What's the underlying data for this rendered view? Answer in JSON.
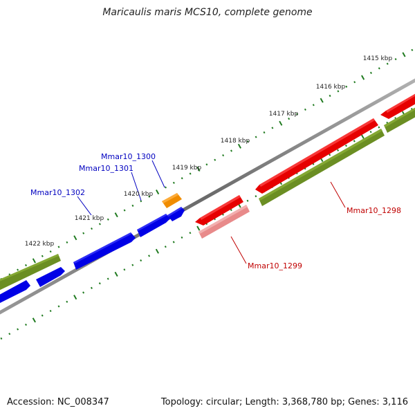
{
  "title": "Maricaulis maris MCS10, complete genome",
  "footer": {
    "accession": "Accession: NC_008347",
    "summary": "Topology: circular; Length: 3,368,780 bp; Genes: 3,116"
  },
  "colors": {
    "backbone": "#7f7f7f",
    "tick": "#1f7a1f",
    "forward_cds": "#0000e6",
    "reverse_cds": "#e60000",
    "gene": "#6b8e23",
    "pseudo": "#e88a8a",
    "other": "#f08c00",
    "label_forward": "#0000c0",
    "label_reverse": "#c00000",
    "kbp_label": "#222222"
  },
  "kbp_labels": [
    "1415 kbp",
    "1416 kbp",
    "1417 kbp",
    "1418 kbp",
    "1419 kbp",
    "1420 kbp",
    "1421 kbp",
    "1422 kbp"
  ],
  "gene_labels": [
    {
      "id": "lbl-1300",
      "text": "Mmar10_1300",
      "strand": "forward"
    },
    {
      "id": "lbl-1301",
      "text": "Mmar10_1301",
      "strand": "forward"
    },
    {
      "id": "lbl-1302",
      "text": "Mmar10_1302",
      "strand": "forward"
    },
    {
      "id": "lbl-1298",
      "text": "Mmar10_1298",
      "strand": "reverse"
    },
    {
      "id": "lbl-1299",
      "text": "Mmar10_1299",
      "strand": "reverse"
    }
  ]
}
